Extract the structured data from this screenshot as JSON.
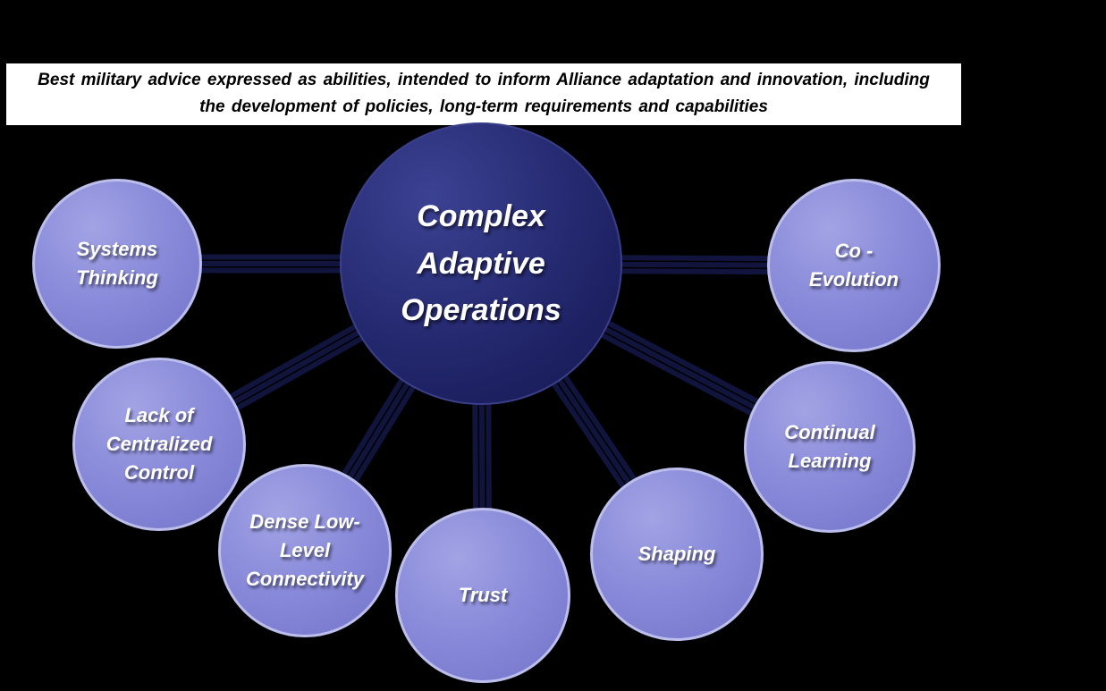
{
  "banner": {
    "text": "Best military advice expressed as abilities, intended to inform Alliance adaptation and innovation, including the development of policies, long-term requirements and capabilities"
  },
  "diagram": {
    "center": {
      "label": "Complex\nAdaptive\nOperations"
    },
    "nodes": [
      {
        "id": "systems-thinking",
        "label": "Systems\nThinking"
      },
      {
        "id": "lack-of-centralized-control",
        "label": "Lack of\nCentralized\nControl"
      },
      {
        "id": "dense-low-level-connectivity",
        "label": "Dense Low-\nLevel\nConnectivity"
      },
      {
        "id": "trust",
        "label": "Trust"
      },
      {
        "id": "shaping",
        "label": "Shaping"
      },
      {
        "id": "continual-learning",
        "label": "Continual\nLearning"
      },
      {
        "id": "co-evolution",
        "label": "Co -\nEvolution"
      }
    ]
  },
  "colors": {
    "background": "#000000",
    "banner_bg": "#ffffff",
    "banner_text": "#000000",
    "center_fill": "#222866",
    "node_fill": "#8285d8",
    "node_border": "#bcbeec",
    "connector": "#11143c",
    "label_text": "#ffffff"
  }
}
